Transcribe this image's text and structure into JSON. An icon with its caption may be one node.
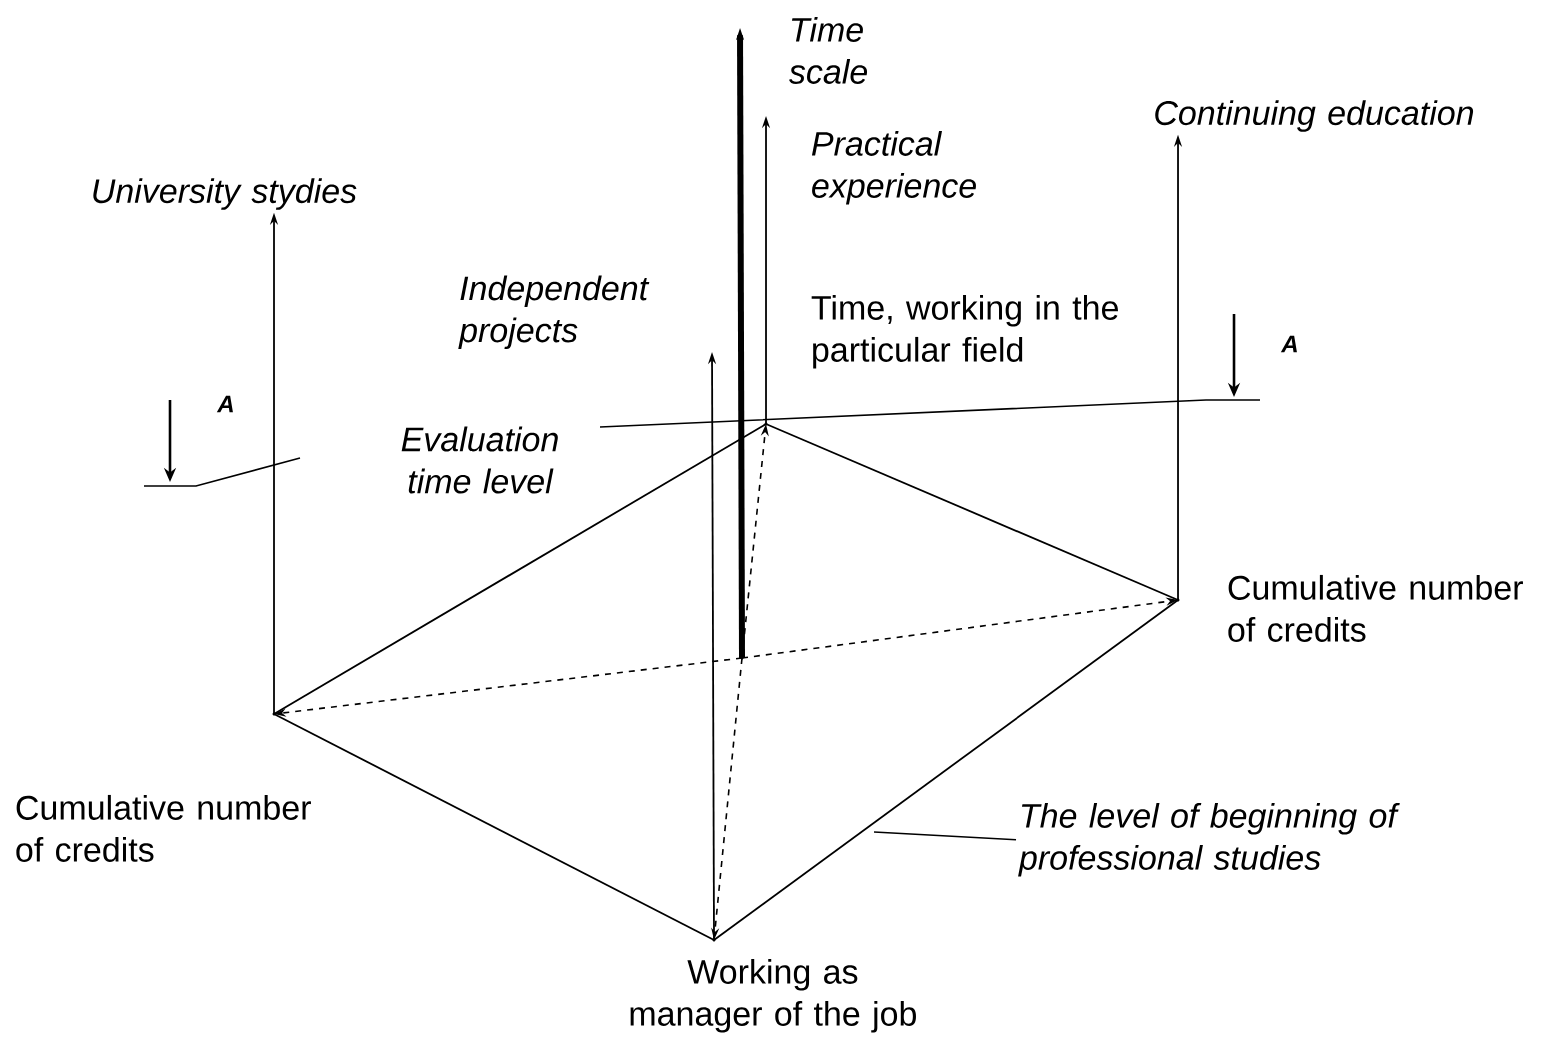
{
  "diagram": {
    "nodes": [
      {
        "text": [
          "University stydies"
        ]
      },
      {
        "text": [
          "Time scale"
        ]
      },
      {
        "text": [
          "Practical experience"
        ]
      },
      {
        "text": [
          "Independent projects"
        ]
      },
      {
        "text": [
          "Continuing education"
        ]
      },
      {
        "text": [],
        "shape": "point",
        "beside": [
          "Cumulative number of credits"
        ]
      },
      {
        "text": [],
        "shape": "point",
        "beside": [
          "Time, working in the particular field"
        ]
      },
      {
        "text": [],
        "shape": "point",
        "beside": [
          "Cumulative number of credits"
        ]
      },
      {
        "text": [],
        "shape": "point",
        "beside": [
          "Working as manager of the job"
        ]
      },
      {
        "text": [],
        "shape": "point"
      },
      {
        "text": [
          "The level of beginning of professional studies"
        ]
      }
    ],
    "edges": [
      {
        "from": 5,
        "to": 0,
        "arrow": "to"
      },
      {
        "from": 9,
        "to": 1,
        "arrow": "to",
        "style": "thick"
      },
      {
        "from": 6,
        "to": 2,
        "arrow": "to"
      },
      {
        "from": 8,
        "to": 3,
        "arrow": "to"
      },
      {
        "from": 7,
        "to": 4,
        "arrow": "to"
      },
      {
        "from": 5,
        "to": 6,
        "arrow": "none"
      },
      {
        "from": 6,
        "to": 7,
        "arrow": "none"
      },
      {
        "from": 7,
        "to": 8,
        "arrow": "none"
      },
      {
        "from": 8,
        "to": 5,
        "arrow": "none"
      },
      {
        "from": 9,
        "to": 5,
        "arrow": "to",
        "style": "dashed"
      },
      {
        "from": 9,
        "to": 7,
        "arrow": "to",
        "style": "dashed"
      },
      {
        "from": 9,
        "to": 6,
        "arrow": "to",
        "style": "dashed"
      },
      {
        "from": 9,
        "to": 8,
        "arrow": "to",
        "style": "dashed"
      },
      {
        "from": 10,
        "to": null,
        "arrow": "none"
      }
    ],
    "labels": [
      "A",
      "Evaluation time level",
      "A"
    ]
  }
}
